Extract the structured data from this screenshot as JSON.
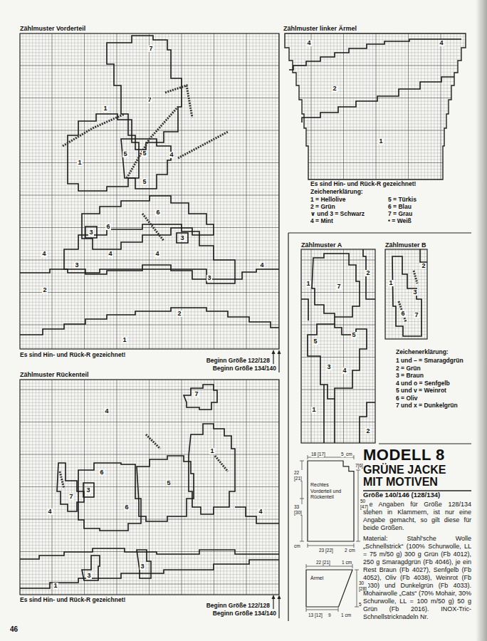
{
  "diagram": {
    "title": "MODELL 8",
    "nodes": [
      {
        "text": [
          "Zählmuster Vorderteil"
        ]
      },
      {
        "text": [
          "Zählmuster Rückenteil"
        ]
      },
      {
        "text": [
          "Zählmuster linker Ärmel"
        ]
      },
      {
        "text": [
          "Zählmuster A"
        ]
      },
      {
        "text": [
          "Zählmuster B"
        ]
      },
      {
        "text": [
          "Rechtes Vorderteil und Rückenteil"
        ]
      },
      {
        "text": [
          "Ärmel"
        ]
      }
    ],
    "labels": [
      "Es sind Hin- und Rück-R gezeichnet!",
      "Beginn Größe 122/128",
      "Beginn Größe 134/140",
      "Es sind Hin- und Rück-R gezeichnet!",
      "Beginn Größe 122/128",
      "Beginn Größe 134/140",
      "Es sind Hin- und Rück-R gezeichnet!",
      "Zeichenerklärung:",
      "Zeichenerklärung:",
      "GRÜNE JACKE MIT MOTIVEN",
      "Größe 140/146 (128/134)",
      "Die Angaben für Größe 128/134 stehen in Klammern, ist nur eine Angabe gemacht, so gilt diese für beide Größen.",
      "Material: Stahl'sche Wolle „Schnellstrick“ (100% Schurwolle, LL = 75 m/50 g) 300 g Grün (Fb 4012), 250 g Smaragdgrün (Fb 4046), je ein Rest Braun (Fb 4027), Senfgelb (Fb 4052), Oliv (Fb 4038), Weinrot (Fb 4030) und Dunkelgrün (Fb 4033). Mohairwolle „Cats“ (70% Mohair, 30% Schurwolle, LL = 100 m/50 g) 50 g Grün (Fb 2016). INOX-Tric-Schnellstricknadeln Nr.",
      "46",
      "18 [17]",
      "5",
      "cm",
      "7[6]",
      "22 [21]",
      "33 [30]",
      "50 [47]",
      "cm",
      "23 [22]",
      "2",
      "cm",
      "22 [21]",
      "1 cm",
      "30 [28]",
      "5",
      "13 [12]",
      "9",
      "1 cm",
      "7",
      "7",
      "1",
      "5",
      "5",
      "4",
      "1",
      "5",
      "6",
      "6",
      "3",
      "3",
      "4",
      "4",
      "4",
      "3",
      "3",
      "4",
      "2",
      "2",
      "1",
      "7",
      "4",
      "1",
      "5",
      "6",
      "3",
      "7",
      "6",
      "4",
      "4",
      "3",
      "3",
      "1",
      "4",
      "4",
      "2",
      "1",
      "2",
      "1",
      "7",
      "5",
      "5",
      "3",
      "4",
      "1",
      "2",
      "2",
      "1",
      "3",
      "7",
      "6"
    ],
    "legend": [
      {
        "text": "1 = Hellolive"
      },
      {
        "text": "2 = Grün"
      },
      {
        "text": "∨ und 3 = Schwarz"
      },
      {
        "text": "4 = Mint"
      },
      {
        "text": "5 = Türkis"
      },
      {
        "text": "6 = Blau"
      },
      {
        "text": "7 = Grau"
      },
      {
        "text": "• = Weiß"
      },
      {
        "text": "1 und – = Smaragdgrün"
      },
      {
        "text": "2 = Grün"
      },
      {
        "text": "3 = Braun"
      },
      {
        "text": "4 und o = Senfgelb"
      },
      {
        "text": "5 und v = Weinrot"
      },
      {
        "text": "6 = Oliv"
      },
      {
        "text": "7 und x = Dunkelgrün"
      }
    ]
  }
}
